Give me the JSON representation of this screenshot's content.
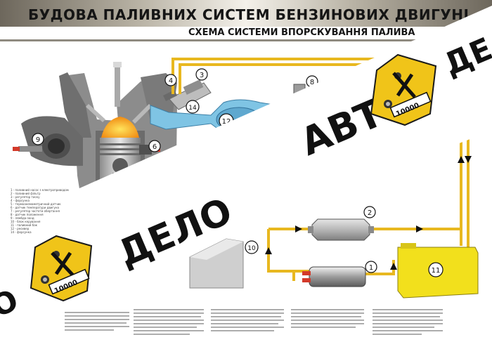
{
  "header": {
    "title": "БУДОВА ПАЛИВНИХ СИСТЕМ БЕНЗИНОВИХ ДВИГУНІ",
    "subtitle": "СХЕМА СИСТЕМИ ВПОРСКУВАННЯ ПАЛИВА"
  },
  "watermark": {
    "word_avto": "АВТО",
    "word_delo": "ДЕЛО",
    "badge_counter": "10000",
    "edge_fragment_top": "ДЕ",
    "edge_fragment_left": "О"
  },
  "callouts": [
    "1",
    "2",
    "3",
    "4",
    "6",
    "8",
    "9",
    "10",
    "11",
    "12",
    "14"
  ],
  "legend": [
    "1 - паливний насос з електроприводом",
    "2 - паливний фільтр",
    "3 - регулятор тиску",
    "4 - форсунка",
    "5 - термоанемометричний датчик",
    "6 - датчик температури двигуна",
    "7 - регулятор частоти обертання",
    "8 - датчик положення",
    "9 - лямбда-зонд",
    "10 - блок керування",
    "11 - паливний бак",
    "12 - ресивер",
    "14 - форсунка"
  ],
  "colors": {
    "fuel_line": "#e8b820",
    "tank": "#f2e01c",
    "intake_air": "#7fc4e4",
    "watermark_badge": "#f0c419",
    "watermark_text": "#111111"
  }
}
